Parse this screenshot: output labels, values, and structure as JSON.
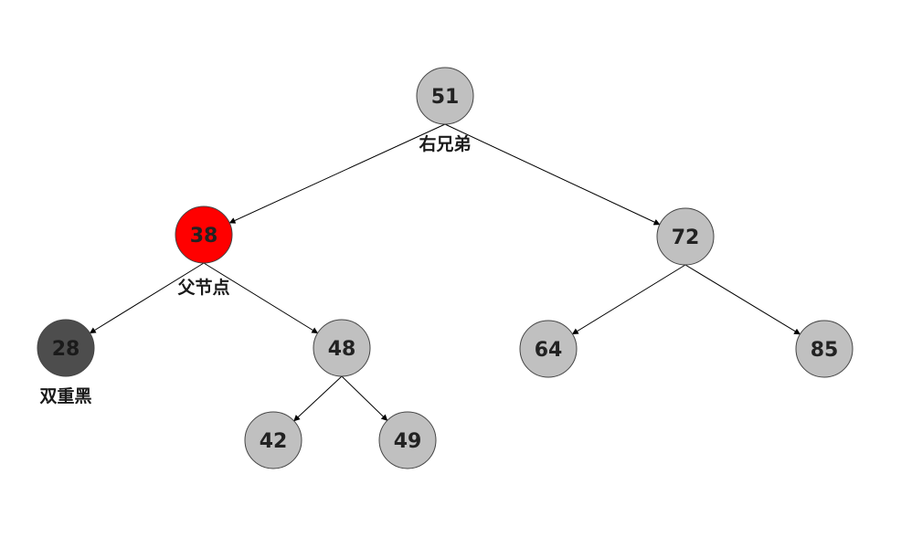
{
  "tree": {
    "nodes": [
      {
        "id": "n51",
        "value": "51",
        "fill": "#c0c0c0",
        "text_color": "#222222"
      },
      {
        "id": "n38",
        "value": "38",
        "fill": "#ff0000",
        "text_color": "#222222"
      },
      {
        "id": "n72",
        "value": "72",
        "fill": "#c0c0c0",
        "text_color": "#222222"
      },
      {
        "id": "n28",
        "value": "28",
        "fill": "#4d4d4d",
        "text_color": "#1a1a1a"
      },
      {
        "id": "n48",
        "value": "48",
        "fill": "#c0c0c0",
        "text_color": "#222222"
      },
      {
        "id": "n64",
        "value": "64",
        "fill": "#c0c0c0",
        "text_color": "#222222"
      },
      {
        "id": "n85",
        "value": "85",
        "fill": "#c0c0c0",
        "text_color": "#222222"
      },
      {
        "id": "n42",
        "value": "42",
        "fill": "#c0c0c0",
        "text_color": "#222222"
      },
      {
        "id": "n49",
        "value": "49",
        "fill": "#c0c0c0",
        "text_color": "#222222"
      }
    ],
    "edges": [
      {
        "from": "n51",
        "to": "n38"
      },
      {
        "from": "n51",
        "to": "n72"
      },
      {
        "from": "n38",
        "to": "n28"
      },
      {
        "from": "n38",
        "to": "n48"
      },
      {
        "from": "n72",
        "to": "n64"
      },
      {
        "from": "n72",
        "to": "n85"
      },
      {
        "from": "n48",
        "to": "n42"
      },
      {
        "from": "n48",
        "to": "n49"
      }
    ],
    "annotations": [
      {
        "node": "n51",
        "text": "右兄弟"
      },
      {
        "node": "n38",
        "text": "父节点"
      },
      {
        "node": "n28",
        "text": "双重黑"
      }
    ]
  }
}
